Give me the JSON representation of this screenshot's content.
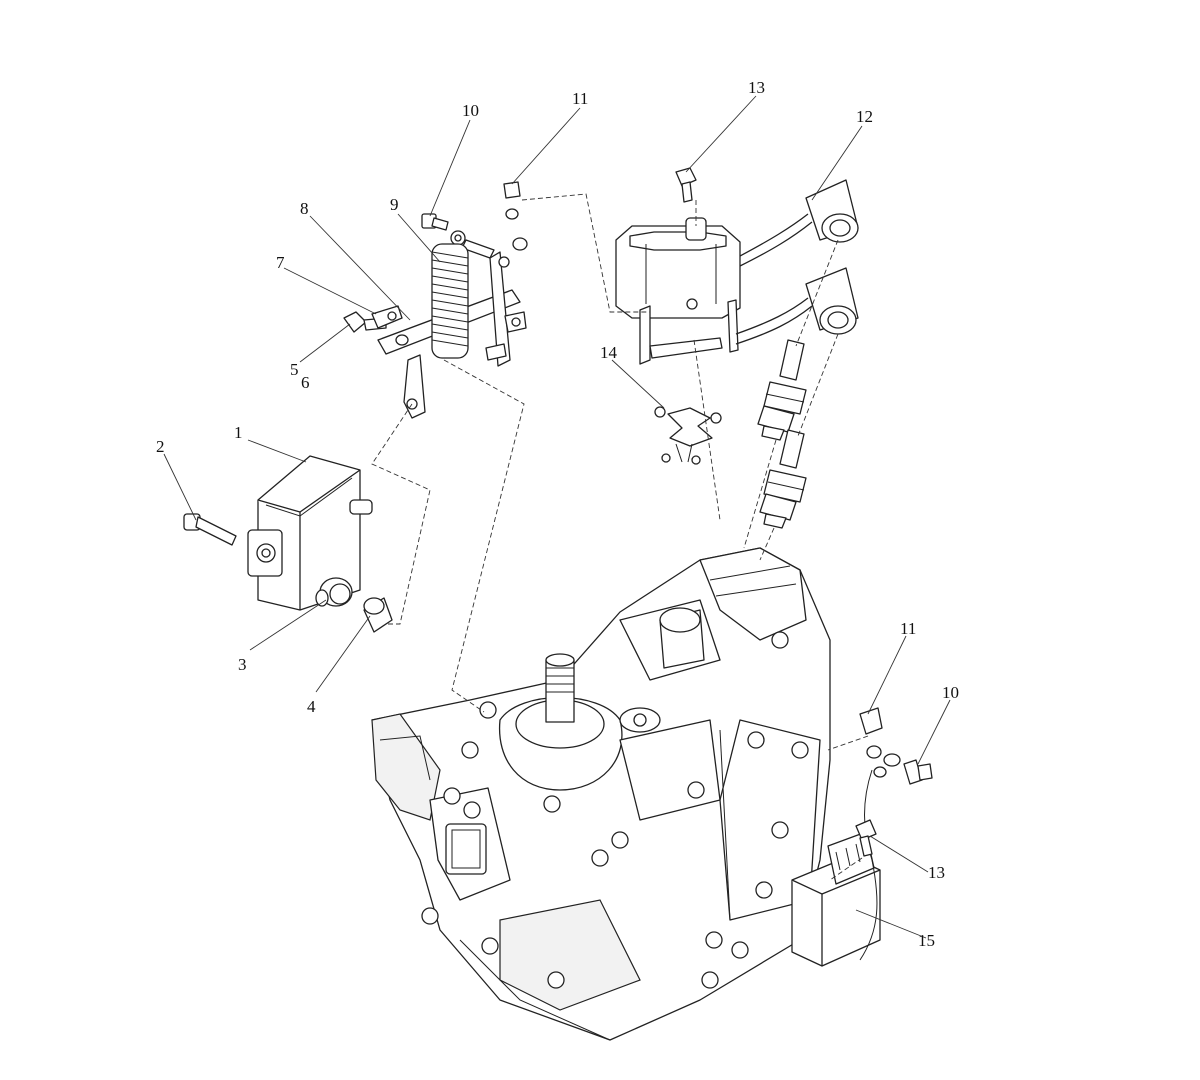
{
  "callouts": [
    {
      "id": "c1",
      "label": "1"
    },
    {
      "id": "c2",
      "label": "2"
    },
    {
      "id": "c3",
      "label": "3"
    },
    {
      "id": "c4",
      "label": "4"
    },
    {
      "id": "c5",
      "label": "5"
    },
    {
      "id": "c6",
      "label": "6"
    },
    {
      "id": "c7",
      "label": "7"
    },
    {
      "id": "c8",
      "label": "8"
    },
    {
      "id": "c9",
      "label": "9"
    },
    {
      "id": "c10a",
      "label": "10"
    },
    {
      "id": "c11a",
      "label": "11"
    },
    {
      "id": "c13a",
      "label": "13"
    },
    {
      "id": "c12",
      "label": "12"
    },
    {
      "id": "c14",
      "label": "14"
    },
    {
      "id": "c11b",
      "label": "11"
    },
    {
      "id": "c10b",
      "label": "10"
    },
    {
      "id": "c13b",
      "label": "13"
    },
    {
      "id": "c15",
      "label": "15"
    }
  ]
}
